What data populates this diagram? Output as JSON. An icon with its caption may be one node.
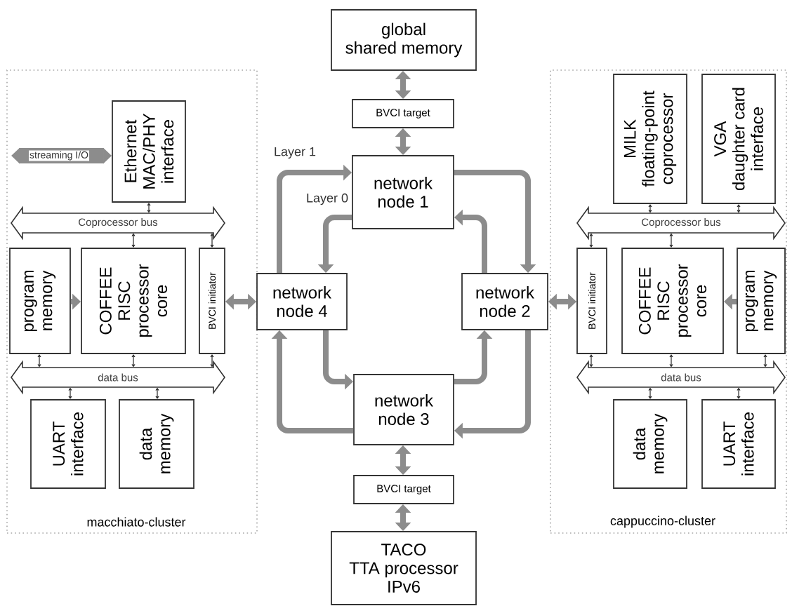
{
  "diagram": {
    "nodes": [
      {
        "text": [
          "global shared memory"
        ]
      },
      {
        "text": [
          "BVCI target"
        ]
      },
      {
        "text": [
          "macchiato-cluster"
        ]
      },
      {
        "text": [
          "Ethernet MAC/PHY interface"
        ],
        "in": 2
      },
      {
        "text": [
          "Coprocessor bus"
        ],
        "in": 2
      },
      {
        "text": [
          "program memory"
        ],
        "in": 2
      },
      {
        "text": [
          "COFFEE RISC processor core"
        ],
        "in": 2
      },
      {
        "text": [
          "BVCI initiator"
        ],
        "in": 2
      },
      {
        "text": [
          "data bus"
        ],
        "in": 2
      },
      {
        "text": [
          "UART interface"
        ],
        "in": 2
      },
      {
        "text": [
          "data memory"
        ],
        "in": 2
      },
      {
        "text": [
          "network node 1"
        ]
      },
      {
        "text": [
          "network node 4"
        ]
      },
      {
        "text": [
          "network node 2"
        ]
      },
      {
        "text": [
          "network node 3"
        ]
      },
      {
        "text": [
          "cappuccino-cluster"
        ]
      },
      {
        "text": [
          "MILK floating-point coprocessor"
        ],
        "in": 15
      },
      {
        "text": [
          "VGA daughter card interface"
        ],
        "in": 15
      },
      {
        "text": [
          "Coprocessor bus"
        ],
        "in": 15
      },
      {
        "text": [
          "BVCI initiator"
        ],
        "in": 15
      },
      {
        "text": [
          "COFFEE RISC processor core"
        ],
        "in": 15
      },
      {
        "text": [
          "program memory"
        ],
        "in": 15
      },
      {
        "text": [
          "data bus"
        ],
        "in": 15
      },
      {
        "text": [
          "data memory"
        ],
        "in": 15
      },
      {
        "text": [
          "UART interface"
        ],
        "in": 15
      },
      {
        "text": [
          "BVCI target"
        ]
      },
      {
        "text": [
          "TACO TTA processor IPv6"
        ]
      }
    ],
    "edges": [
      {
        "from": 0,
        "to": 1,
        "arrow": "both",
        "style": "thick"
      },
      {
        "from": 1,
        "to": 11,
        "arrow": "both",
        "style": "thick"
      },
      {
        "from": null,
        "to": 3,
        "arrow": "both",
        "style": "thick",
        "label": "streaming I/O"
      },
      {
        "from": 5,
        "to": 6,
        "arrow": "to",
        "style": "thick"
      },
      {
        "from": 7,
        "to": 12,
        "arrow": "both",
        "style": "thick"
      },
      {
        "from": 12,
        "to": 11,
        "arrow": "to",
        "style": "thick",
        "label": "Layer 1"
      },
      {
        "from": 11,
        "to": 12,
        "arrow": "to",
        "style": "thick",
        "label": "Layer 0"
      },
      {
        "from": 11,
        "to": 13,
        "arrow": "to",
        "style": "thick"
      },
      {
        "from": 13,
        "to": 11,
        "arrow": "to",
        "style": "thick"
      },
      {
        "from": 12,
        "to": 14,
        "arrow": "to",
        "style": "thick"
      },
      {
        "from": 14,
        "to": 12,
        "arrow": "to",
        "style": "thick"
      },
      {
        "from": 14,
        "to": 13,
        "arrow": "to",
        "style": "thick"
      },
      {
        "from": 13,
        "to": 14,
        "arrow": "to",
        "style": "thick"
      },
      {
        "from": 13,
        "to": 19,
        "arrow": "both",
        "style": "thick"
      },
      {
        "from": 21,
        "to": 20,
        "arrow": "to",
        "style": "thick"
      },
      {
        "from": 14,
        "to": 25,
        "arrow": "both",
        "style": "thick"
      },
      {
        "from": 25,
        "to": 26,
        "arrow": "both",
        "style": "thick"
      },
      {
        "from": 3,
        "to": 4,
        "arrow": "both",
        "color": "#262626"
      },
      {
        "from": 4,
        "to": 6,
        "arrow": "both",
        "color": "#262626"
      },
      {
        "from": 4,
        "to": 7,
        "arrow": "both",
        "color": "#262626"
      },
      {
        "from": 5,
        "to": 8,
        "arrow": "both",
        "color": "#262626"
      },
      {
        "from": 6,
        "to": 8,
        "arrow": "both",
        "color": "#262626"
      },
      {
        "from": 7,
        "to": 8,
        "arrow": "both",
        "color": "#262626"
      },
      {
        "from": 8,
        "to": 9,
        "arrow": "both",
        "color": "#262626"
      },
      {
        "from": 8,
        "to": 10,
        "arrow": "both",
        "color": "#262626"
      },
      {
        "from": 16,
        "to": 18,
        "arrow": "both",
        "color": "#262626"
      },
      {
        "from": 17,
        "to": 18,
        "arrow": "both",
        "color": "#262626"
      },
      {
        "from": 18,
        "to": 19,
        "arrow": "both",
        "color": "#262626"
      },
      {
        "from": 18,
        "to": 20,
        "arrow": "both",
        "color": "#262626"
      },
      {
        "from": 19,
        "to": 22,
        "arrow": "both",
        "color": "#262626"
      },
      {
        "from": 20,
        "to": 22,
        "arrow": "both",
        "color": "#262626"
      },
      {
        "from": 21,
        "to": 22,
        "arrow": "both",
        "color": "#262626"
      },
      {
        "from": 22,
        "to": 23,
        "arrow": "both",
        "color": "#262626"
      },
      {
        "from": 22,
        "to": 24,
        "arrow": "both",
        "color": "#262626"
      }
    ]
  }
}
